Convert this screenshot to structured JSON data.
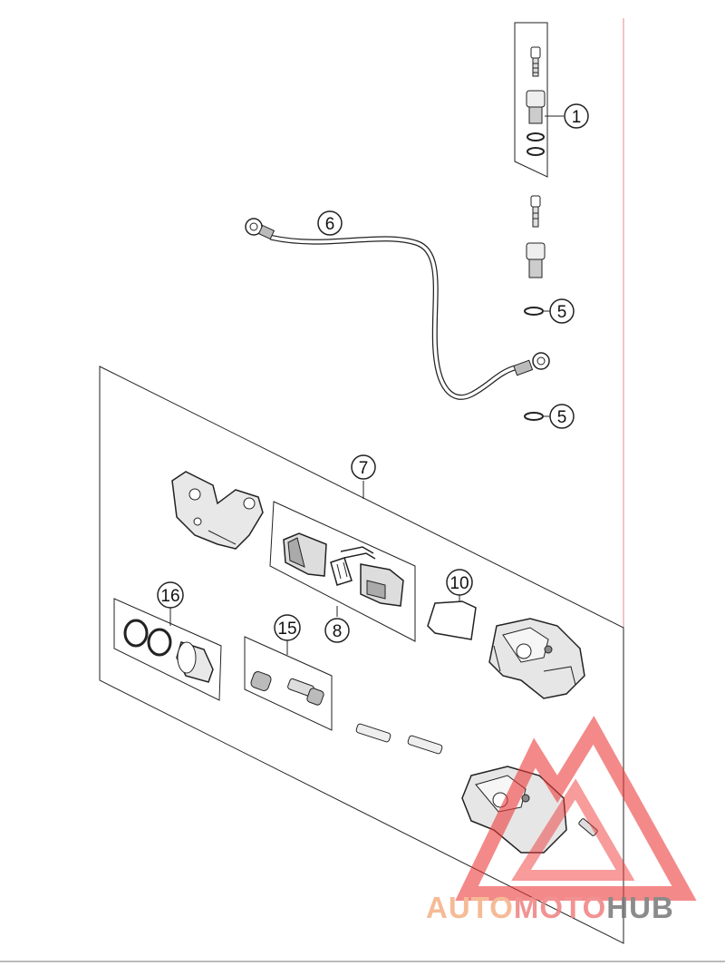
{
  "callouts": [
    {
      "id": "c1",
      "label": "1"
    },
    {
      "id": "c5a",
      "label": "5"
    },
    {
      "id": "c5b",
      "label": "5"
    },
    {
      "id": "c6",
      "label": "6"
    },
    {
      "id": "c7",
      "label": "7"
    },
    {
      "id": "c8",
      "label": "8"
    },
    {
      "id": "c10",
      "label": "10"
    },
    {
      "id": "c15",
      "label": "15"
    },
    {
      "id": "c16",
      "label": "16"
    }
  ],
  "watermark": {
    "part1": "AUTO",
    "part2": "MOTO",
    "part3": "HUB",
    "color_primary": "#f4b084",
    "color_secondary": "#f08080",
    "color_tertiary": "#777777",
    "triangle_color": "#ee3a3a"
  },
  "colors": {
    "line": "#222222",
    "border_red": "#e88888",
    "part_shade": "#9a9a9a"
  }
}
